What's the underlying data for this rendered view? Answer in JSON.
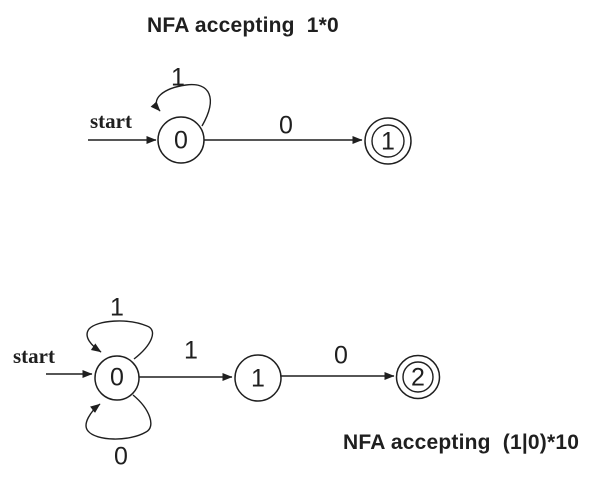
{
  "colors": {
    "ink": "#1f1f1f",
    "background": "#ffffff"
  },
  "diagram1": {
    "title": "NFA accepting  1*0",
    "start_label": "start",
    "loop_label": "1",
    "edge_label": "0",
    "states": [
      {
        "label": "0",
        "accepting": false
      },
      {
        "label": "1",
        "accepting": true
      }
    ]
  },
  "diagram2": {
    "caption": "NFA accepting  (1|0)*10",
    "start_label": "start",
    "top_loop_label": "1",
    "bottom_loop_label": "0",
    "edge_0_1_label": "1",
    "edge_1_2_label": "0",
    "states": [
      {
        "label": "0",
        "accepting": false
      },
      {
        "label": "1",
        "accepting": false
      },
      {
        "label": "2",
        "accepting": true
      }
    ]
  }
}
